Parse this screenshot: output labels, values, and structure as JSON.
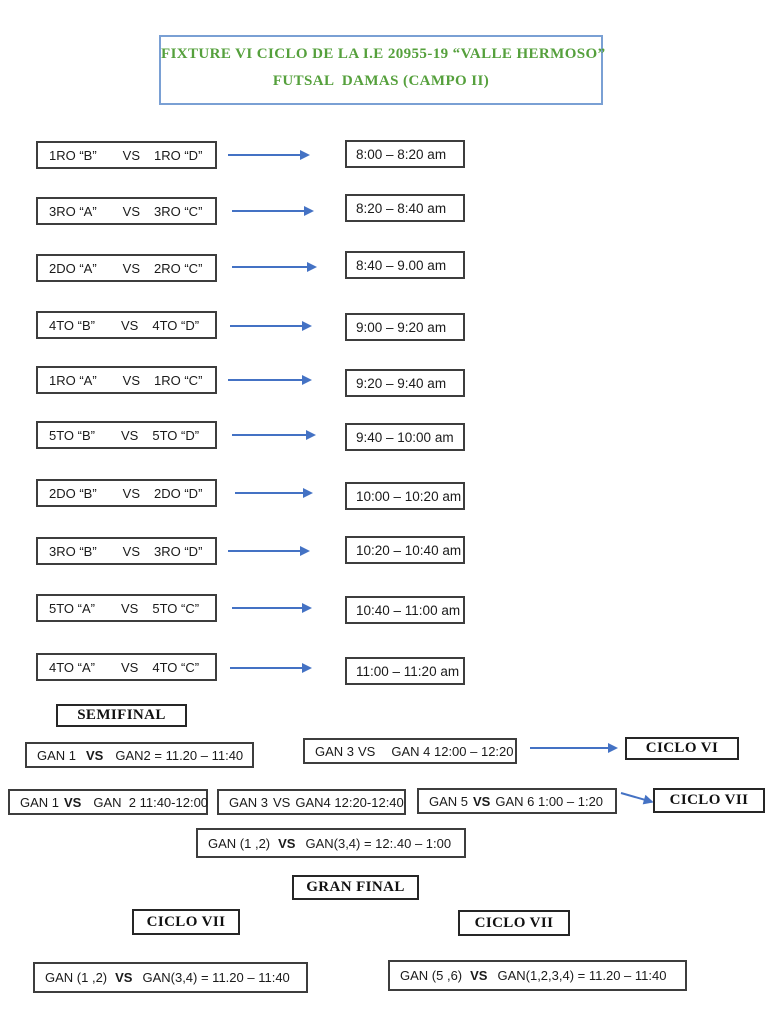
{
  "title": {
    "line1": "FIXTURE VI CICLO DE LA I.E 20955-19 “VALLE HERMOSO”",
    "line2": "FUTSAL  DAMAS (CAMPO II)"
  },
  "labels": {
    "vs": "VS",
    "semifinal": "SEMIFINAL",
    "ciclo_vi": "CICLO VI",
    "ciclo_vii": "CICLO VII",
    "gran_final": "GRAN FINAL"
  },
  "matches": [
    {
      "home": "1RO “B”",
      "away": "1RO “D”",
      "time": "8:00 – 8:20 am"
    },
    {
      "home": "3RO “A”",
      "away": "3RO “C”",
      "time": "8:20 – 8:40 am"
    },
    {
      "home": "2DO “A”",
      "away": "2RO “C”",
      "time": "8:40 – 9.00 am"
    },
    {
      "home": "4TO “B”",
      "away": "4TO “D”",
      "time": "9:00 – 9:20 am"
    },
    {
      "home": "1RO “A”",
      "away": "1RO “C”",
      "time": "9:20 – 9:40 am"
    },
    {
      "home": "5TO “B”",
      "away": "5TO “D”",
      "time": "9:40 – 10:00 am"
    },
    {
      "home": "2DO “B”",
      "away": "2DO “D”",
      "time": "10:00 – 10:20 am"
    },
    {
      "home": "3RO “B”",
      "away": "3RO “D”",
      "time": "10:20 – 10:40 am"
    },
    {
      "home": "5TO “A”",
      "away": "5TO “C”",
      "time": "10:40 – 11:00 am"
    },
    {
      "home": "4TO “A”",
      "away": "4TO “C”",
      "time": "11:00 – 11:20 am"
    }
  ],
  "playoffs": {
    "sf1a": {
      "pre": "GAN 1",
      "post": "GAN2 = 11.20 – 11:40"
    },
    "sf1b": {
      "pre": "GAN 3",
      "post": "GAN 4 12:00 – 12:20"
    },
    "sf2a": {
      "pre": "GAN 1",
      "post": "GAN  2 11:40-12:00"
    },
    "sf2b": {
      "pre": "GAN 3",
      "post": "GAN4 12:20-12:40"
    },
    "sf2c": {
      "pre": "GAN 5",
      "post": "GAN 6 1:00 – 1:20"
    },
    "qual": {
      "pre": "GAN (1 ,2)",
      "post": "GAN(3,4) = 12:.40 – 1:00"
    },
    "final_left": {
      "pre": "GAN (1 ,2)",
      "post": "GAN(3,4) = 11.20 – 11:40"
    },
    "final_right": {
      "pre": "GAN (5 ,6)",
      "post": "GAN(1,2,3,4) = 11.20 – 11:40"
    }
  }
}
